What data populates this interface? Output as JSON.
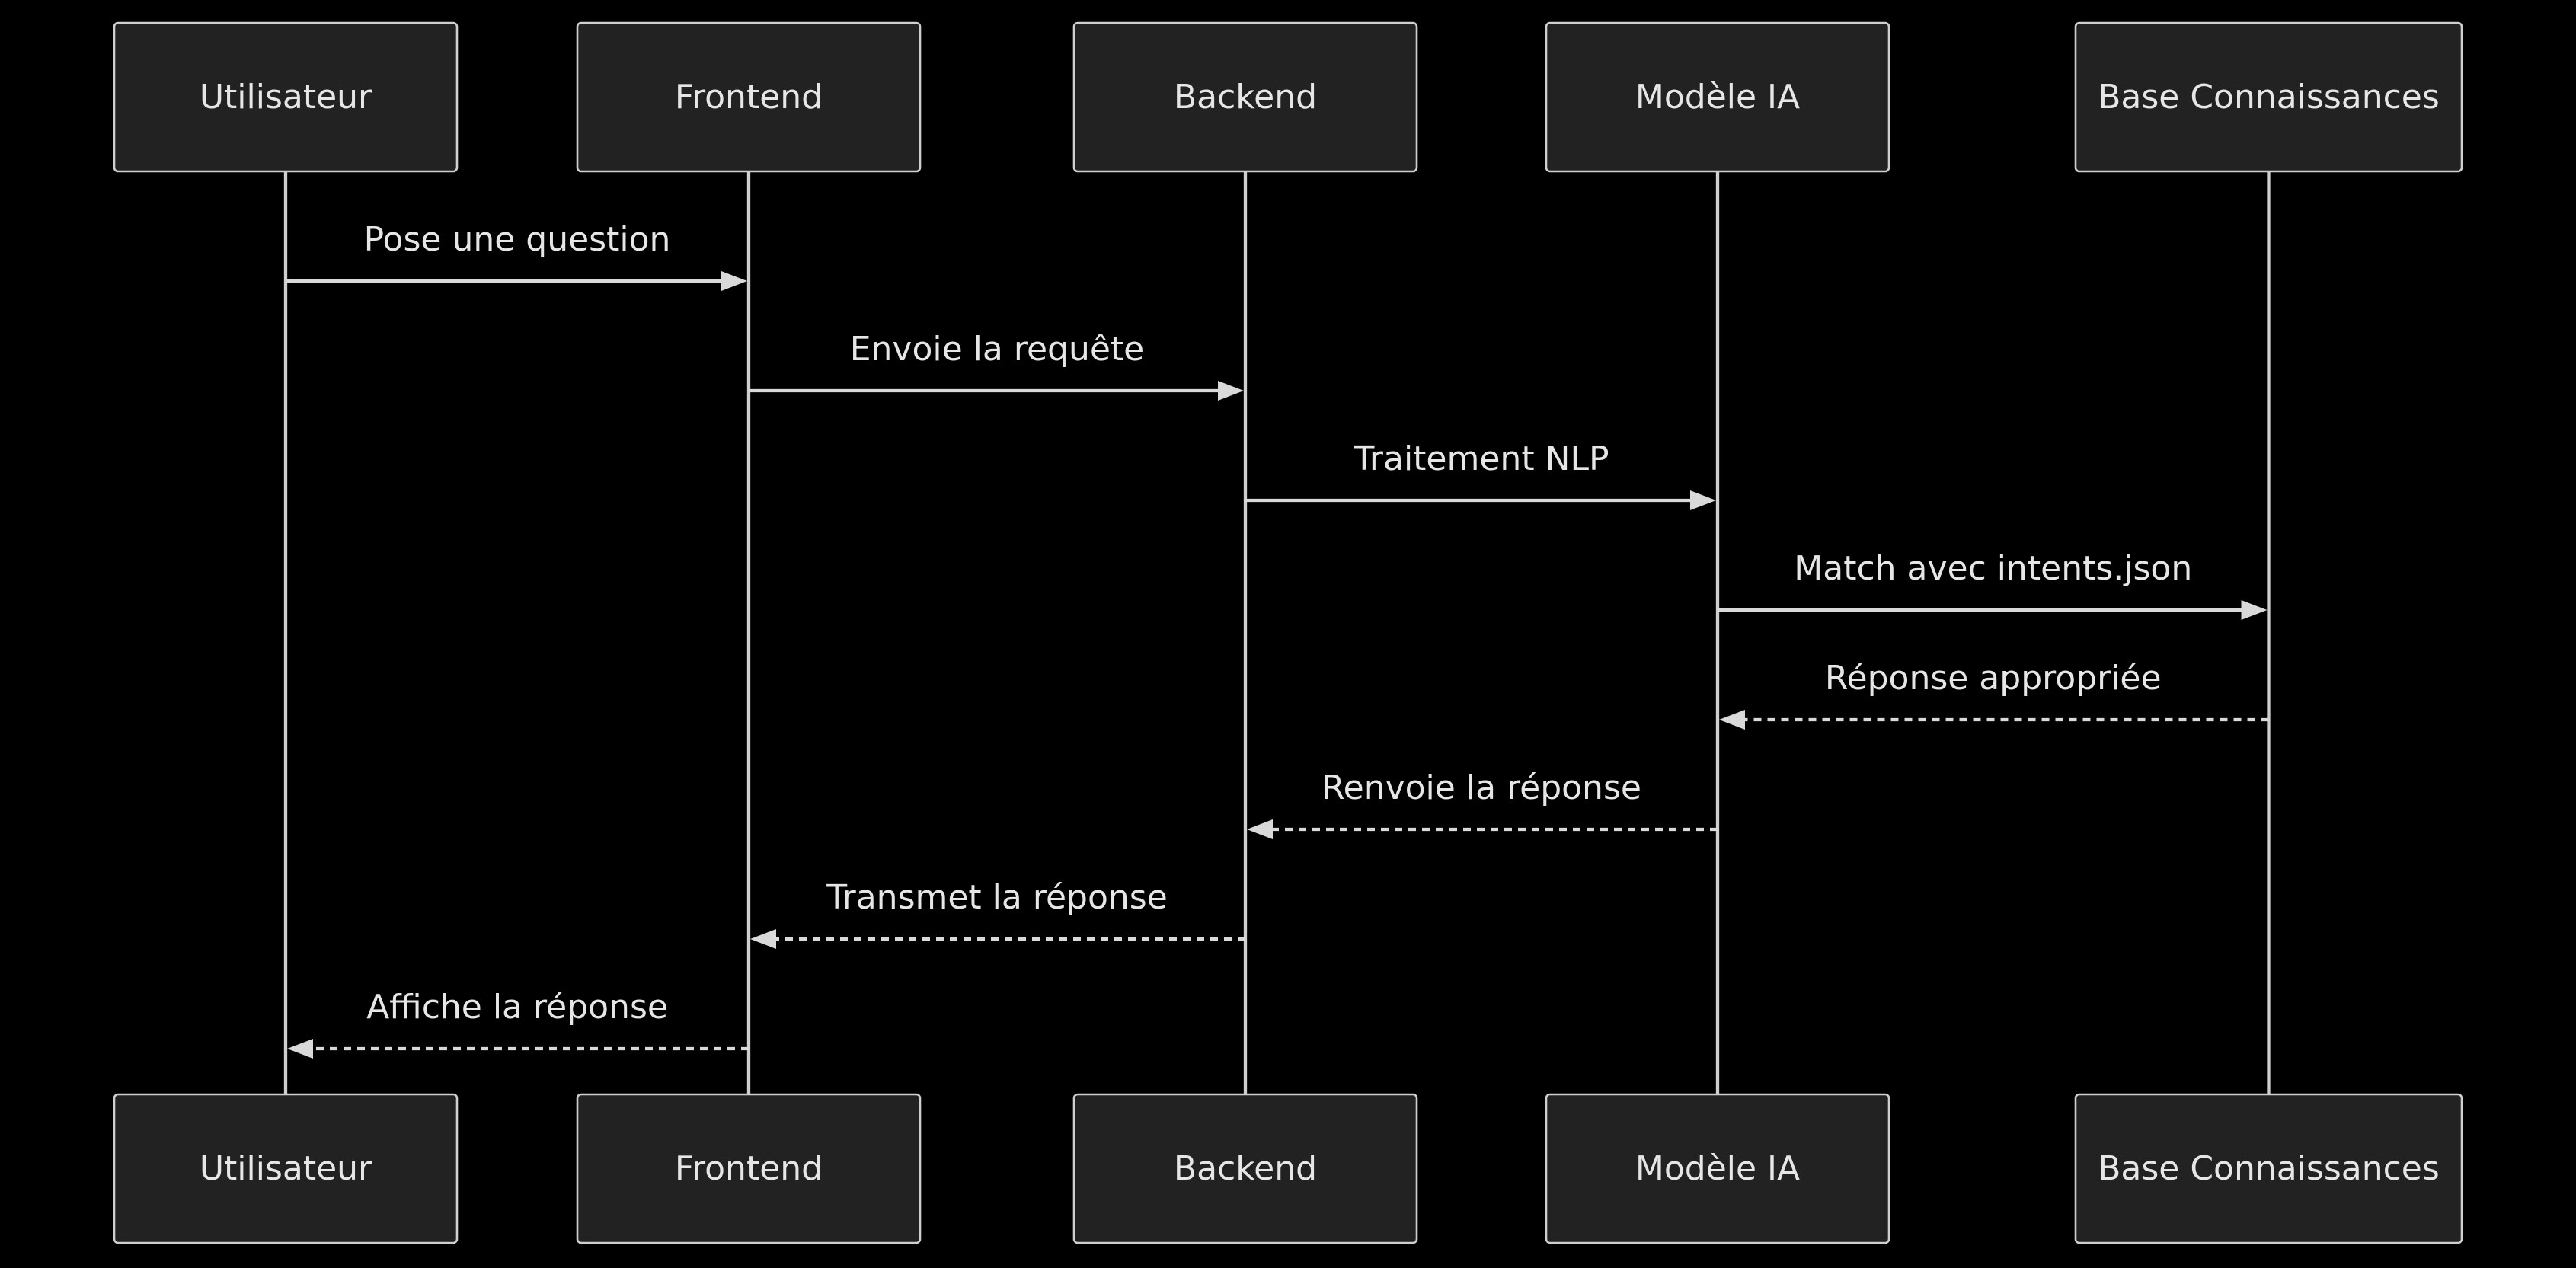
{
  "colors": {
    "background": "#000000",
    "box_fill": "#222222",
    "box_stroke": "#cfcfcf",
    "text": "#e6e6e6",
    "line": "#d9d9d9"
  },
  "actors": [
    {
      "id": "user",
      "label": "Utilisateur"
    },
    {
      "id": "frontend",
      "label": "Frontend"
    },
    {
      "id": "backend",
      "label": "Backend"
    },
    {
      "id": "ai",
      "label": "Modèle IA"
    },
    {
      "id": "kb",
      "label": "Base Connaissances"
    }
  ],
  "messages": [
    {
      "from": "user",
      "to": "frontend",
      "label": "Pose une question",
      "style": "solid"
    },
    {
      "from": "frontend",
      "to": "backend",
      "label": "Envoie la requête",
      "style": "solid"
    },
    {
      "from": "backend",
      "to": "ai",
      "label": "Traitement NLP",
      "style": "solid"
    },
    {
      "from": "ai",
      "to": "kb",
      "label": "Match avec intents.json",
      "style": "solid"
    },
    {
      "from": "kb",
      "to": "ai",
      "label": "Réponse appropriée",
      "style": "dashed"
    },
    {
      "from": "ai",
      "to": "backend",
      "label": "Renvoie la réponse",
      "style": "dashed"
    },
    {
      "from": "backend",
      "to": "frontend",
      "label": "Transmet la réponse",
      "style": "dashed"
    },
    {
      "from": "frontend",
      "to": "user",
      "label": "Affiche la réponse",
      "style": "dashed"
    }
  ]
}
